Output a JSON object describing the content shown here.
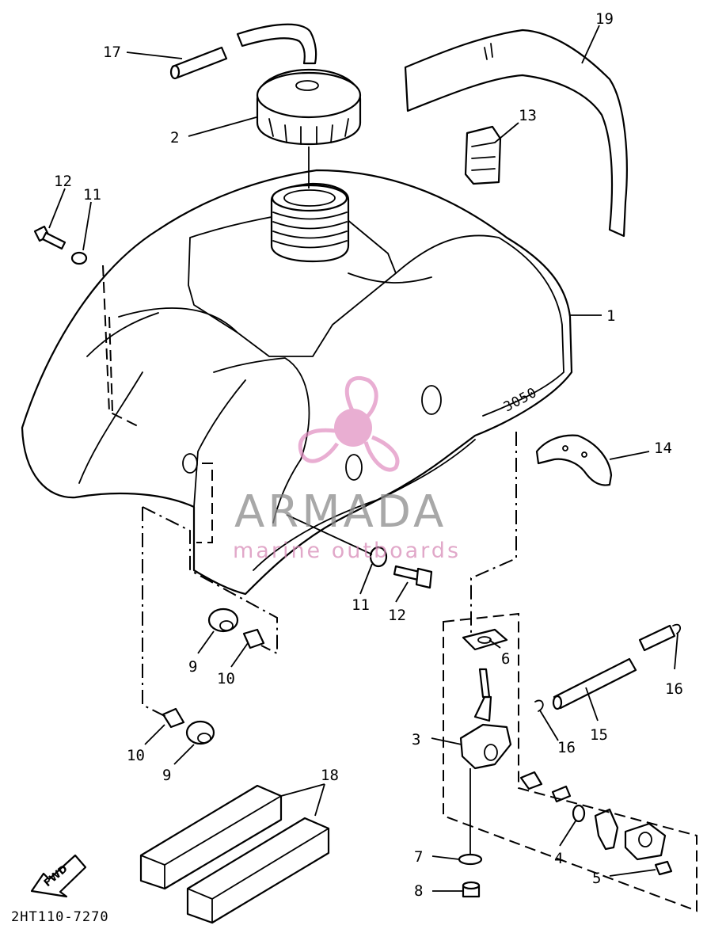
{
  "callouts": {
    "c1": "1",
    "c2": "2",
    "c3": "3",
    "c4": "4",
    "c5": "5",
    "c6": "6",
    "c7": "7",
    "c8": "8",
    "c9a": "9",
    "c9b": "9",
    "c10a": "10",
    "c10b": "10",
    "c11a": "11",
    "c11b": "11",
    "c12a": "12",
    "c12b": "12",
    "c13": "13",
    "c14": "14",
    "c15": "15",
    "c16a": "16",
    "c16b": "16",
    "c17": "17",
    "c18": "18",
    "c19": "19"
  },
  "diagram_code": "2HT110-7270",
  "fwd_label": "FWD",
  "watermark": {
    "title": "ARMADA",
    "subtitle": "marine outboards",
    "color": "#e08cc0"
  }
}
